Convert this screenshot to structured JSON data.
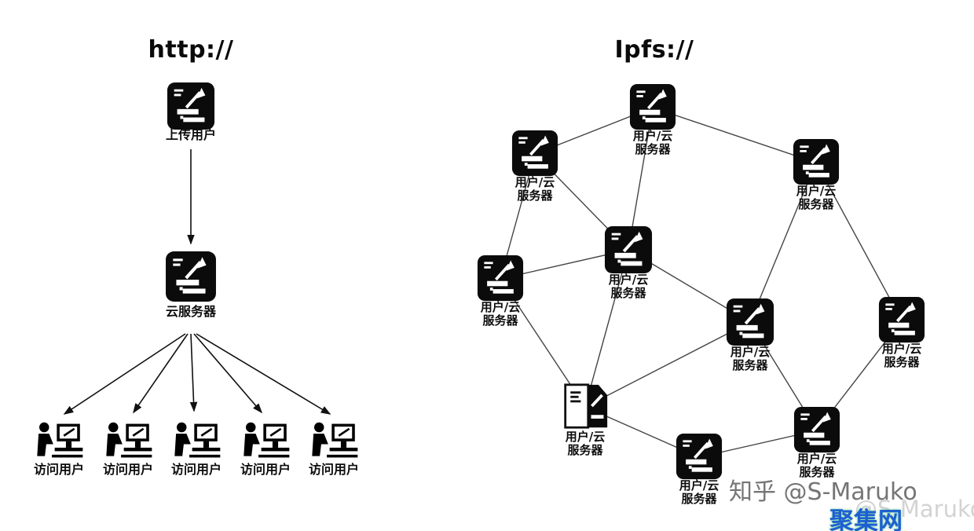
{
  "titles": {
    "http": "http://",
    "ipfs": "Ipfs://"
  },
  "left": {
    "upload_user_label": "上传用户",
    "cloud_server_label": "云服务器",
    "access_user_labels": [
      "访问用户",
      "访问用户",
      "访问用户",
      "访问用户",
      "访问用户"
    ]
  },
  "right": {
    "node_label_line1": "用户/云",
    "node_label_line2": "服务器"
  },
  "watermark": {
    "zhihu": "知乎 @S-Maruko",
    "zhihu_faint": "@S-Maruko",
    "site_logo": "聚集网"
  }
}
